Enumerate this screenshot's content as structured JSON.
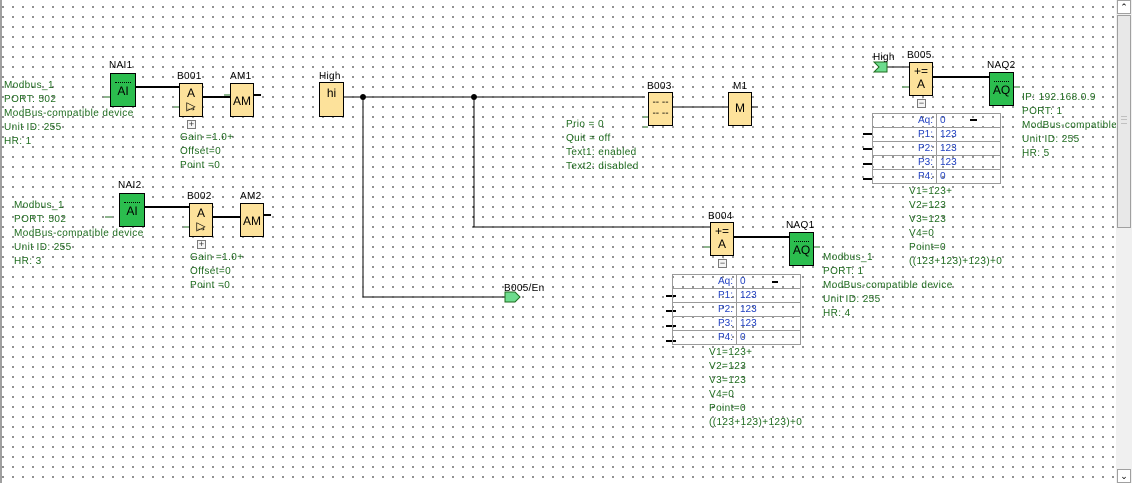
{
  "blocks": {
    "nai1": {
      "label": "NAI1",
      "symbol": "AI"
    },
    "nai2": {
      "label": "NAI2",
      "symbol": "AI"
    },
    "b001": {
      "label": "B001",
      "symbol_top": "A →",
      "symbol_bottom": "▷"
    },
    "b002": {
      "label": "B002",
      "symbol_top": "A →",
      "symbol_bottom": "▷"
    },
    "am1": {
      "label": "AM1",
      "symbol": "AM"
    },
    "am2": {
      "label": "AM2",
      "symbol": "AM"
    },
    "high_const": {
      "label": "High",
      "symbol": "hi"
    },
    "b003": {
      "label": "B003",
      "symbol_top": "-- --",
      "symbol_bottom": "-- --"
    },
    "m1": {
      "label": "M1",
      "symbol": "M"
    },
    "b004": {
      "label": "B004",
      "symbol_top": "+=",
      "symbol_bottom": "A →"
    },
    "b005": {
      "label": "B005",
      "symbol_top": "+=",
      "symbol_bottom": "A →"
    },
    "naq1": {
      "label": "NAQ1",
      "symbol": "AQ"
    },
    "naq2": {
      "label": "NAQ2",
      "symbol": "AQ"
    },
    "high_flag": {
      "label": "High"
    },
    "b005_en_flag": {
      "label": "B005/En"
    }
  },
  "params": {
    "nai1": [
      "Modbus_1",
      "PORT: 502",
      "ModBus-compatible device",
      "Unit ID: 255",
      "HR: 1"
    ],
    "nai2": [
      "Modbus_1",
      "PORT: 502",
      "ModBus-compatible device",
      "Unit ID: 255",
      "HR: 3"
    ],
    "b001": [
      "Gain =1.0+",
      "Offset=0",
      "Point =0"
    ],
    "b002": [
      "Gain =1.0+",
      "Offset=0",
      "Point =0"
    ],
    "b003": [
      "Prio = 0",
      "Quit = off",
      "Text1: enabled",
      "Text2: disabled"
    ],
    "naq1": [
      "Modbus_1",
      "PORT: 1",
      "ModBus-compatible device",
      "Unit ID: 255",
      "HR: 4"
    ],
    "naq2": [
      "IP: 192.168.0.9",
      "PORT: 1",
      "ModBus-compatible",
      "Unit ID: 255",
      "HR: 5"
    ],
    "b004": [
      "V1=123+",
      "V2=123",
      "V3=123",
      "V4=0",
      "Point=0",
      "((123+123)+123)+0"
    ],
    "b005": [
      "V1=123+",
      "V2=123",
      "V3=123",
      "V4=0",
      "Point=0",
      "((123+123)+123)+0"
    ]
  },
  "tables": {
    "b004": [
      {
        "key": "Aq:",
        "value": "0"
      },
      {
        "key": "P1:",
        "value": "123"
      },
      {
        "key": "P2:",
        "value": "123"
      },
      {
        "key": "P3:",
        "value": "123"
      },
      {
        "key": "P4:",
        "value": "0"
      }
    ],
    "b005": [
      {
        "key": "Aq:",
        "value": "0"
      },
      {
        "key": "P1:",
        "value": "123"
      },
      {
        "key": "P2:",
        "value": "123"
      },
      {
        "key": "P3:",
        "value": "123"
      },
      {
        "key": "P4:",
        "value": "0"
      }
    ]
  },
  "expand_buttons": {
    "b001": "+",
    "b002": "+",
    "b004": "−",
    "b005": "−"
  },
  "scrollbar": {
    "up": "⌃",
    "down": "⌄"
  },
  "colors": {
    "analog_io": "#2bbd4e",
    "function_block": "#fde29b",
    "param_text": "#1e6b1e",
    "table_text": "#2040c0",
    "flag": "#6ddc8e"
  }
}
